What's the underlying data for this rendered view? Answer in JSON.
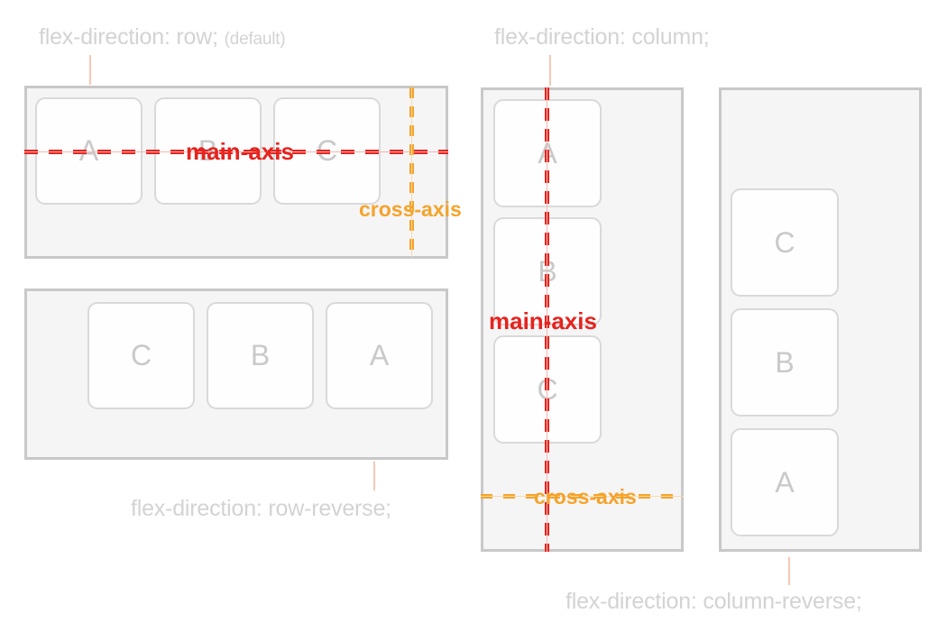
{
  "labels": {
    "row_caption": "flex-direction: row;",
    "row_caption_suffix": "(default)",
    "row_reverse_caption": "flex-direction: row-reverse;",
    "column_caption": "flex-direction: column;",
    "column_reverse_caption": "flex-direction: column-reverse;",
    "main_axis": "main-axis",
    "cross_axis": "cross-axis"
  },
  "panels": {
    "row": {
      "direction": "row",
      "items": [
        "A",
        "B",
        "C"
      ]
    },
    "row_reverse": {
      "direction": "row-reverse",
      "items": [
        "C",
        "B",
        "A"
      ]
    },
    "column": {
      "direction": "column",
      "items": [
        "A",
        "B",
        "C"
      ]
    },
    "column_reverse": {
      "direction": "column-reverse",
      "items": [
        "C",
        "B",
        "A"
      ]
    }
  },
  "colors": {
    "main_axis_red": "#e6231e",
    "cross_axis_orange": "#f5a32b",
    "caption_gray": "#d3d3d3",
    "item_letter_gray": "#c9c9c9",
    "container_fill": "#f5f5f6",
    "container_border": "#c8c8c8",
    "item_fill": "#fefefe",
    "item_border": "#d9d9d9",
    "connector_salmon": "#f9c8b2"
  }
}
